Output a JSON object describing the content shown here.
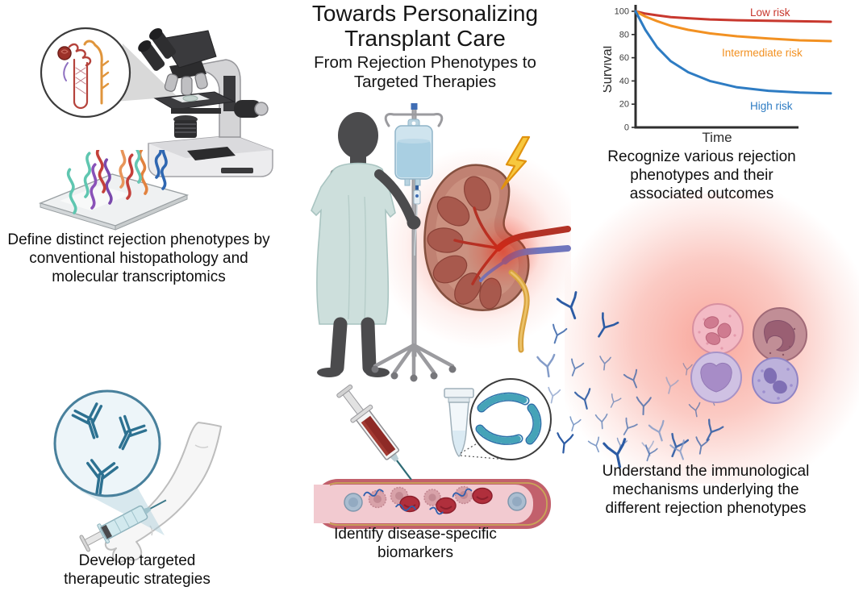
{
  "figure": {
    "title": "Towards Personalizing Transplant Care",
    "subtitle": "From Rejection Phenotypes to Targeted Therapies"
  },
  "panels": {
    "histopathology": {
      "caption": "Define distinct rejection phenotypes by conventional histopathology and molecular transcriptomics",
      "icons": [
        "microscope-icon",
        "nephron-magnifier-icon",
        "rna-slide-icon"
      ]
    },
    "outcomes": {
      "caption": "Recognize various rejection phenotypes and their associated outcomes",
      "icons": [
        "survival-curve-chart"
      ]
    },
    "patient": {
      "icons": [
        "patient-icon",
        "iv-drip-icon",
        "injured-kidney-icon",
        "lightning-bolt-icon"
      ]
    },
    "immunology": {
      "caption": "Understand the immunological mechanisms underlying the different rejection phenotypes",
      "icons": [
        "antibody-icon",
        "immune-cell-icon",
        "inflammation-glow"
      ]
    },
    "therapeutics": {
      "caption": "Develop targeted therapeutic strategies",
      "icons": [
        "antibody-magnifier-icon",
        "syringe-icon",
        "arm-icon"
      ]
    },
    "biomarkers": {
      "caption": "Identify disease-specific biomarkers",
      "icons": [
        "blood-syringe-icon",
        "sample-tube-icon",
        "rna-fragment-magnifier-icon",
        "blood-vessel-icon"
      ]
    }
  },
  "chart_data": {
    "type": "line",
    "title": "",
    "xlabel": "Time",
    "ylabel": "Survival",
    "ylim": [
      0,
      100
    ],
    "yticks": [
      0,
      20,
      40,
      60,
      80,
      100
    ],
    "grid": false,
    "legend_position": "inline-right",
    "axis_color": "#2e2e2e",
    "x": [
      0,
      0.05,
      0.11,
      0.18,
      0.27,
      0.38,
      0.52,
      0.68,
      0.84,
      1.0
    ],
    "series": [
      {
        "name": "Low risk",
        "color": "#c8382e",
        "values": [
          100,
          98,
          96.5,
          95,
          94,
          93,
          92.3,
          91.8,
          91.4,
          91
        ],
        "label_x": 182,
        "label_y": 20
      },
      {
        "name": "Intermediate risk",
        "color": "#f29122",
        "values": [
          100,
          95.5,
          91.5,
          87.5,
          84,
          81,
          78.5,
          76.5,
          75,
          74.3
        ],
        "label_x": 147,
        "label_y": 70
      },
      {
        "name": "High risk",
        "color": "#2e7cc3",
        "values": [
          100,
          84,
          69,
          57,
          47.5,
          40,
          34.5,
          31.5,
          30,
          29.3
        ],
        "label_x": 182,
        "label_y": 136
      }
    ]
  },
  "palette": {
    "antibody_blue": "#2c5ba4",
    "antibody_teal": "#2d7191",
    "inflammation_red": "#f2503a",
    "kidney": "#c08172",
    "gown_teal": "#cddfdc",
    "ureter_yellow": "#d8a23f",
    "vein_blue": "#7076bd",
    "artery_red": "#b23226"
  }
}
